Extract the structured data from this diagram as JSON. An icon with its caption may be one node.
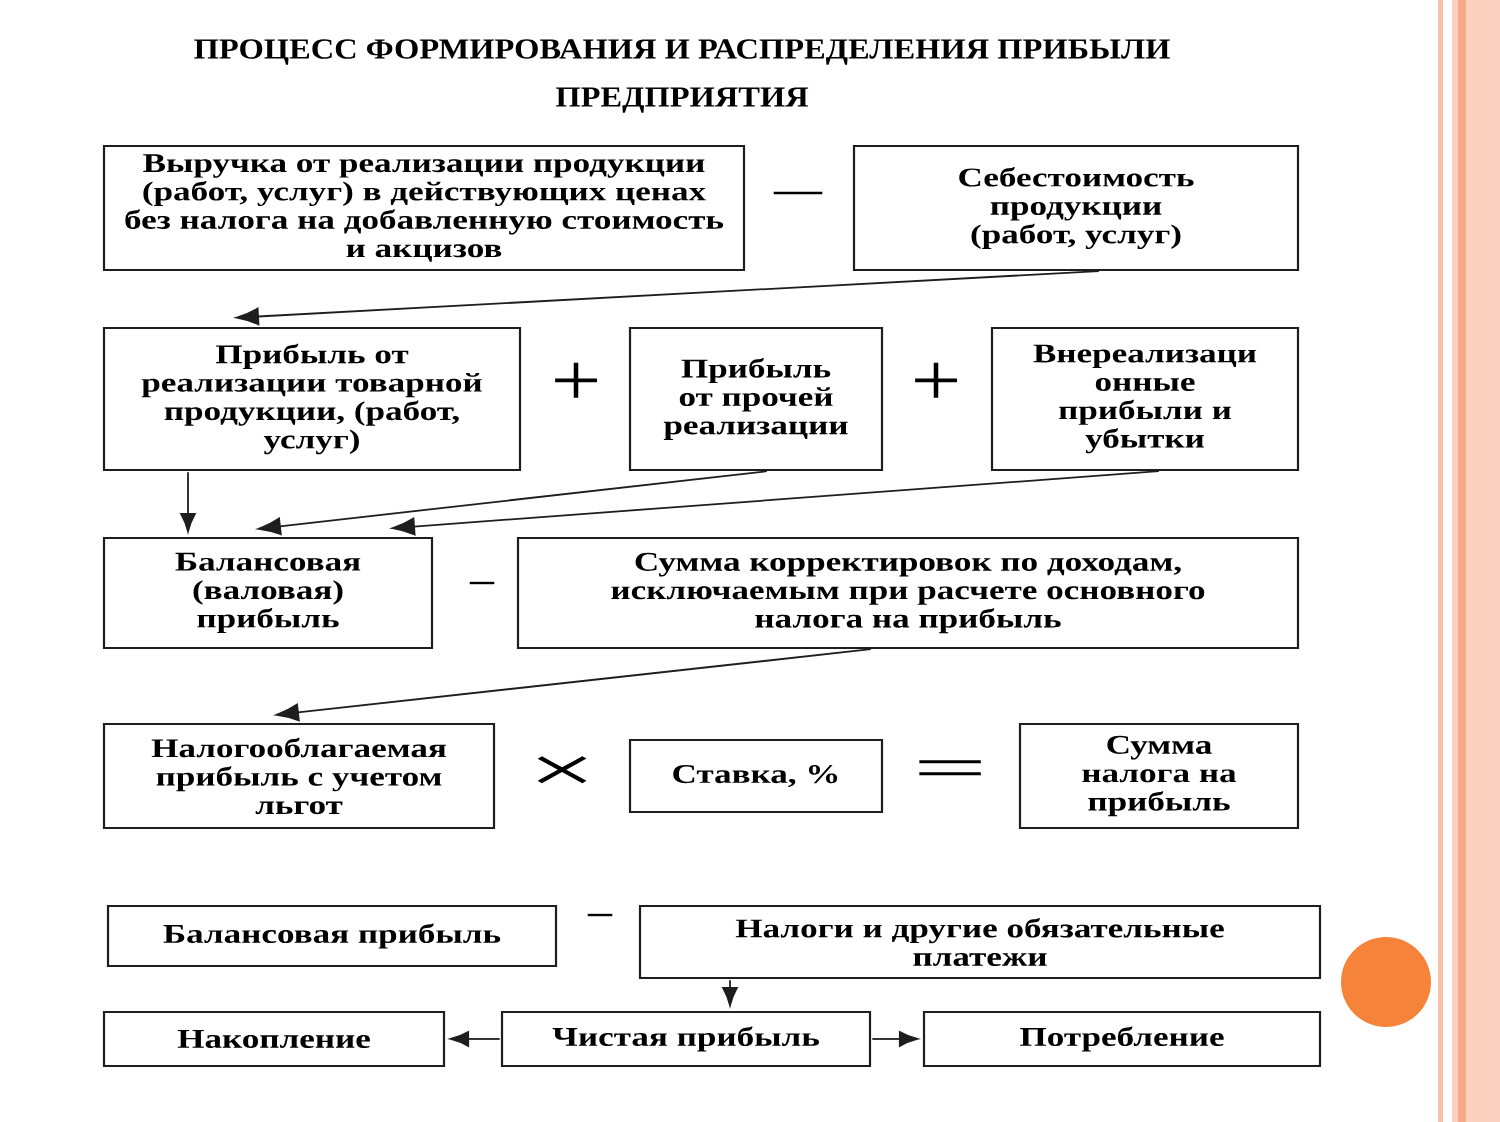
{
  "diagram": {
    "title": "ПРОЦЕСС ФОРМИРОВАНИЯ И РАСПРЕДЕЛЕНИЯ ПРИБЫЛИ ПРЕДПРИЯТИЯ",
    "nodes": [
      {
        "text": [
          "Выручка от реализации продукции (работ, услуг) в действующих ценах без налога на добавленную стоимость и акцизов"
        ]
      },
      {
        "text": [
          "Себестоимость продукции (работ, услуг)"
        ]
      },
      {
        "text": [
          "Прибыль от реализации товарной продукции, (работ, услуг)"
        ]
      },
      {
        "text": [
          "Прибыль от прочей реализации"
        ]
      },
      {
        "text": [
          "Внереализаци онные прибыли и убытки"
        ]
      },
      {
        "text": [
          "Балансовая (валовая) прибыль"
        ]
      },
      {
        "text": [
          "Сумма корректировок по доходам, исключаемым при расчете основного налога на прибыль"
        ]
      },
      {
        "text": [
          "Налогооблагаемая прибыль с учетом льгот"
        ]
      },
      {
        "text": [
          "Ставка, %"
        ]
      },
      {
        "text": [
          "Сумма налога на прибыль"
        ]
      },
      {
        "text": [
          "Балансовая прибыль"
        ]
      },
      {
        "text": [
          "Налоги и другие обязательные платежи"
        ]
      },
      {
        "text": [
          "Чистая прибыль"
        ]
      },
      {
        "text": [
          "Накопление"
        ]
      },
      {
        "text": [
          "Потребление"
        ]
      }
    ],
    "edges": [
      {
        "from": 1,
        "to": 2,
        "arrow": "to"
      },
      {
        "from": 2,
        "to": 5,
        "arrow": "to"
      },
      {
        "from": 3,
        "to": 5,
        "arrow": "to"
      },
      {
        "from": 4,
        "to": 5,
        "arrow": "to"
      },
      {
        "from": 6,
        "to": 7,
        "arrow": "to"
      },
      {
        "from": 11,
        "to": 12,
        "arrow": "to"
      },
      {
        "from": 12,
        "to": 13,
        "arrow": "to"
      },
      {
        "from": 12,
        "to": 14,
        "arrow": "to"
      }
    ],
    "labels": [
      "—",
      "+",
      "+",
      "–",
      "×",
      "=",
      "–"
    ]
  }
}
